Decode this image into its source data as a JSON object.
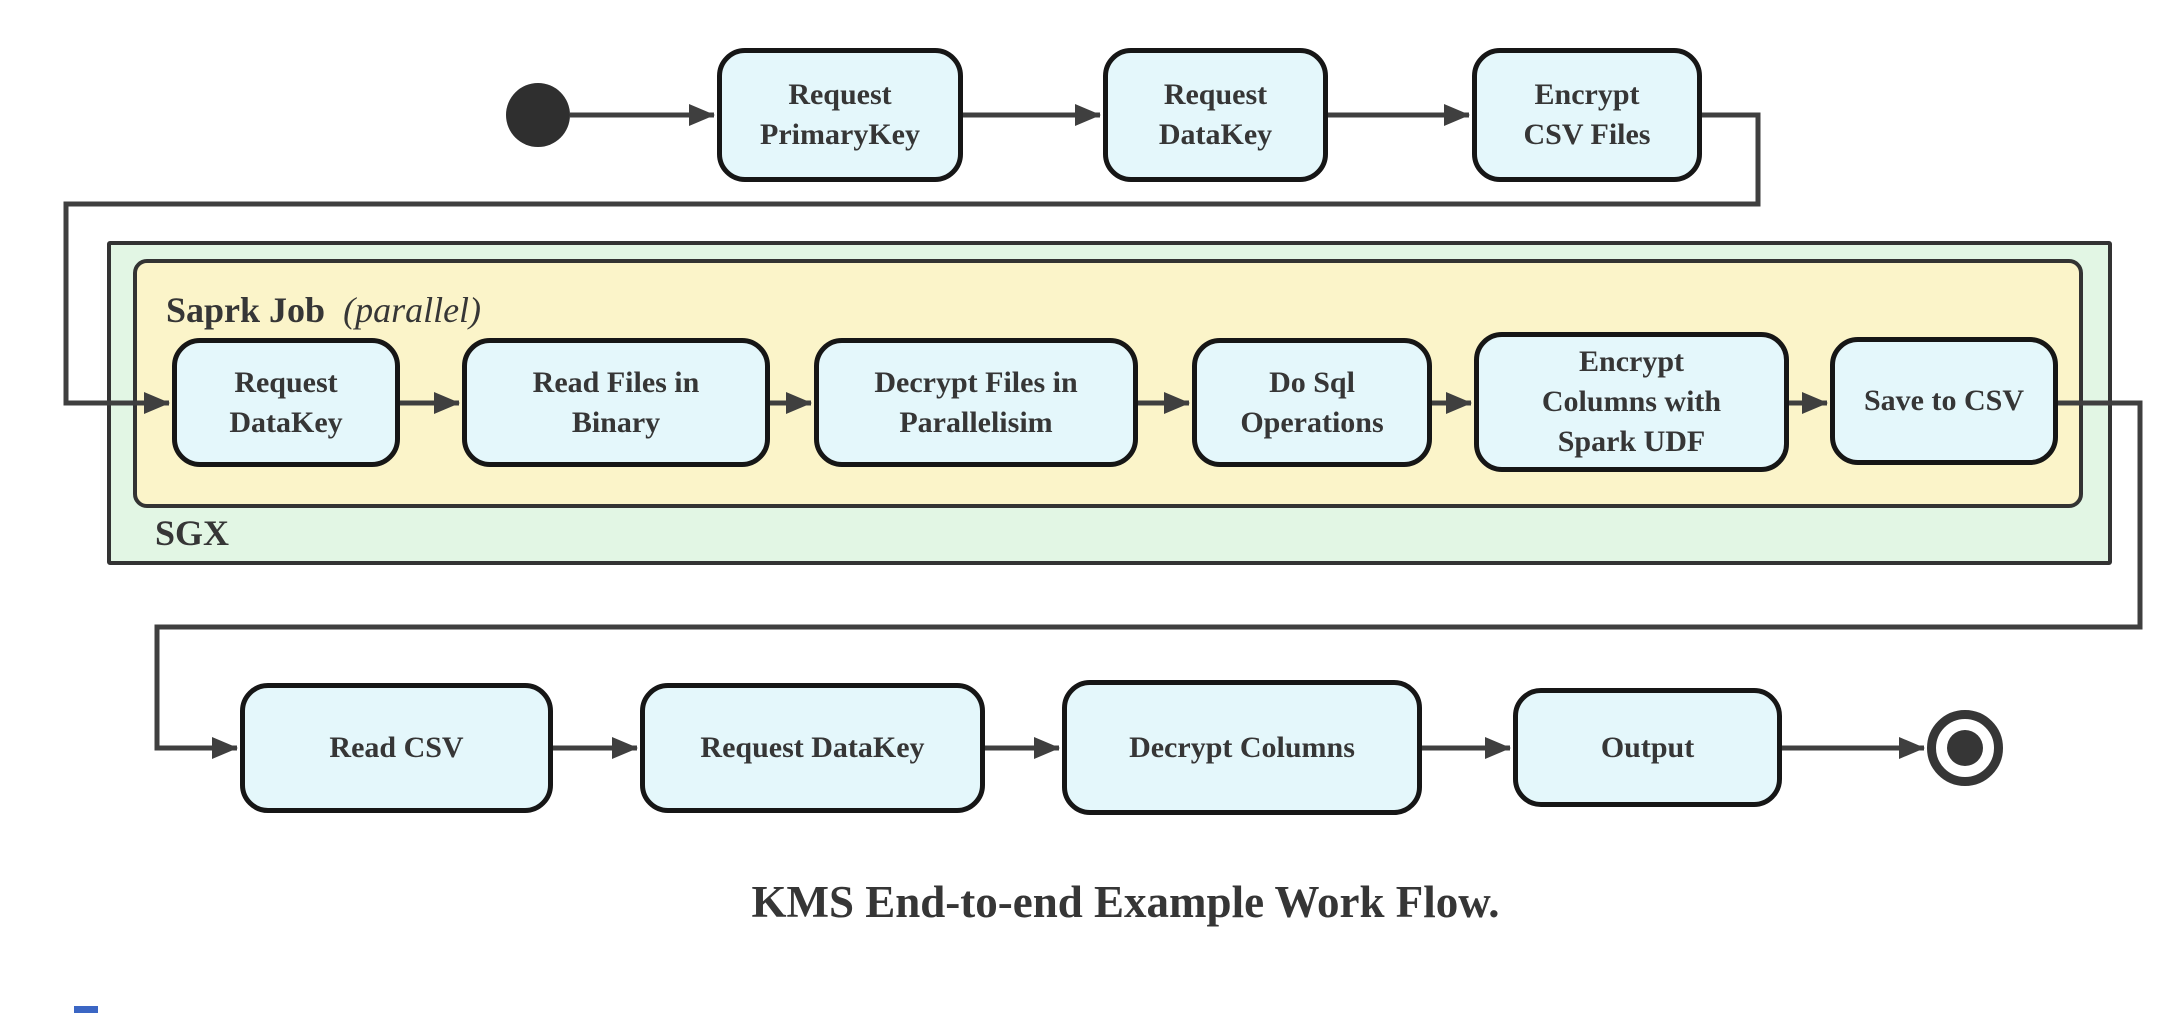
{
  "colors": {
    "node_fill": "#e4f7fb",
    "node_border": "#161616",
    "yellow_fill": "#fbf4c9",
    "green_fill": "#e2f6e4",
    "container_border": "#333333",
    "edge": "#3f3f3f",
    "text": "#363636"
  },
  "diagram": {
    "start_node": {
      "name": "start"
    },
    "end_node": {
      "name": "end"
    },
    "top_row": [
      {
        "label": "Request\nPrimaryKey"
      },
      {
        "label": "Request\nDataKey"
      },
      {
        "label": "Encrypt\nCSV Files"
      }
    ],
    "sgx_container": {
      "label": "SGX"
    },
    "spark_container": {
      "label_bold": "Saprk Job",
      "label_italic": "(parallel)"
    },
    "middle_row": [
      {
        "label": "Request\nDataKey"
      },
      {
        "label": "Read Files in\nBinary"
      },
      {
        "label": "Decrypt Files in\nParallelisim"
      },
      {
        "label": "Do Sql\nOperations"
      },
      {
        "label": "Encrypt\nColumns with\nSpark UDF"
      },
      {
        "label": "Save to CSV"
      }
    ],
    "bottom_row": [
      {
        "label": "Read CSV"
      },
      {
        "label": "Request DataKey"
      },
      {
        "label": "Decrypt Columns"
      },
      {
        "label": "Output"
      }
    ],
    "caption": "KMS End-to-end Example Work Flow."
  }
}
